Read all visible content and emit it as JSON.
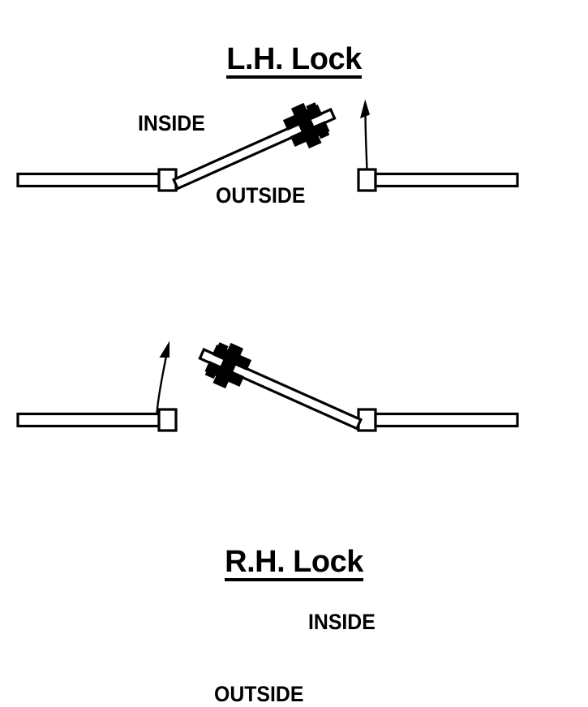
{
  "document": {
    "kind": "door-lock-handedness-diagram",
    "background_color": "#ffffff",
    "line_color": "#000000",
    "fill_color": "#ffffff"
  },
  "panels": [
    {
      "id": "lh",
      "title": "L.H. Lock",
      "inside_label": "INSIDE",
      "outside_label": "OUTSIDE",
      "hinge_side": "left",
      "swing_direction": "counter-clockwise-right",
      "lock_hardware": "cross-lock-icon",
      "door_angle_degrees": -24
    },
    {
      "id": "rh",
      "title": "R.H. Lock",
      "inside_label": "INSIDE",
      "outside_label": "OUTSIDE",
      "hinge_side": "right",
      "swing_direction": "clockwise-left",
      "lock_hardware": "cross-lock-icon",
      "door_angle_degrees": 24
    }
  ]
}
